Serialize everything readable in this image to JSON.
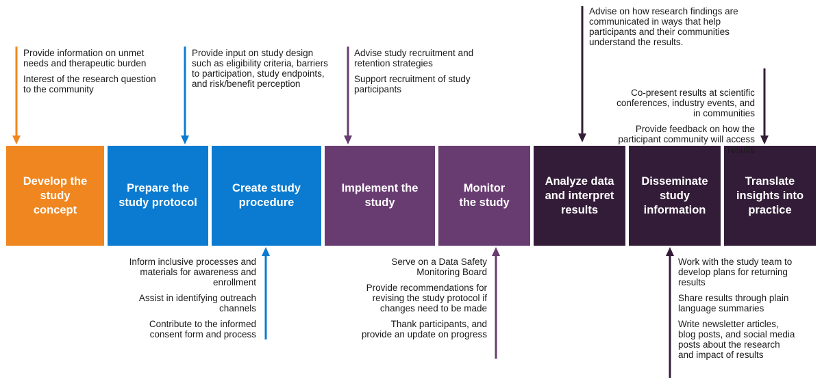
{
  "colors": {
    "orange": "#F0861F",
    "blue": "#0A7BD0",
    "purple": "#683C71",
    "dark": "#331C38"
  },
  "stages": [
    {
      "label": "Develop the study concept",
      "color": "#F0861F"
    },
    {
      "label": "Prepare the study protocol",
      "color": "#0A7BD0"
    },
    {
      "label": "Create study procedure",
      "color": "#0A7BD0"
    },
    {
      "label": "Implement the study",
      "color": "#683C71"
    },
    {
      "label": "Monitor the study",
      "color": "#683C71"
    },
    {
      "label": "Analyze data and interpret results",
      "color": "#331C38"
    },
    {
      "label": "Disseminate study information",
      "color": "#331C38"
    },
    {
      "label": "Translate insights into practice",
      "color": "#331C38"
    }
  ],
  "annotations": {
    "develop_concept": [
      "Provide information on unmet needs and therapeutic burden",
      "Interest of the research question to the community"
    ],
    "prepare_protocol": [
      "Provide input on study design such as eligibility criteria, barriers to participation, study endpoints, and risk/benefit perception"
    ],
    "create_procedure": [
      "Inform inclusive processes and materials for awareness and enrollment",
      "Assist in identifying outreach channels",
      "Contribute to the informed consent form and process"
    ],
    "implement_study": [
      "Advise study recruitment and retention strategies",
      "Support recruitment of study participants"
    ],
    "monitor_study": [
      "Serve on a Data Safety Monitoring Board",
      "Provide recommendations for revising the study protocol if changes need to be made",
      "Thank participants, and provide an update on progress"
    ],
    "analyze_data": [
      "Advise on how research findings are communicated in ways that help participants and their communities understand the results."
    ],
    "disseminate_info": [
      "Work with the study team to develop plans for returning results",
      "Share results through plain language summaries",
      "Write newsletter articles, blog posts, and social media posts about the research and impact of results"
    ],
    "translate_insights": [
      "Co-present results at scientific conferences, industry events, and in communities",
      "Provide feedback on how the participant community will access results"
    ]
  }
}
